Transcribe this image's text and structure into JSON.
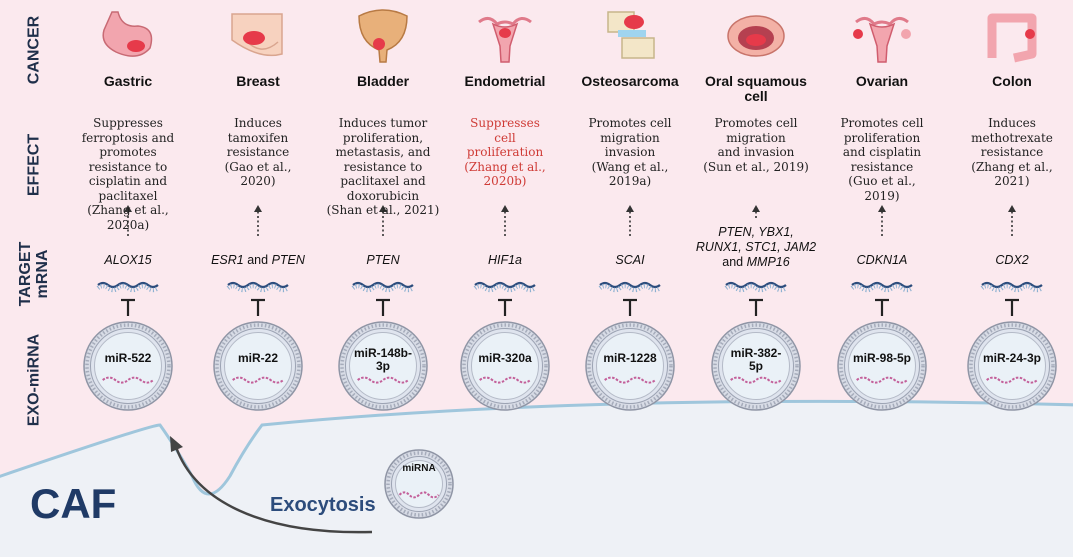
{
  "row_labels": {
    "cancer": "CANCER",
    "effect": "EFFECT",
    "target_line1": "TARGET",
    "target_line2": "mRNA",
    "exo": "EXO-miRNA"
  },
  "columns": [
    {
      "cancer": "Gastric",
      "effect": [
        "Suppresses",
        "ferroptosis and",
        "promotes",
        "resistance to",
        "cisplatin and",
        "paclitaxel",
        "(Zhang et al., 2020a)"
      ],
      "effect_highlight": false,
      "target": [
        [
          "ALOX15"
        ]
      ],
      "mirna": [
        "miR-522"
      ],
      "organ": "stomach-icon"
    },
    {
      "cancer": "Breast",
      "effect": [
        "Induces",
        "tamoxifen",
        "resistance",
        "(Gao et al.,",
        "2020)"
      ],
      "effect_highlight": false,
      "target": [
        [
          "ESR1",
          " and ",
          "PTEN"
        ]
      ],
      "mirna": [
        "miR-22"
      ],
      "organ": "breast-icon"
    },
    {
      "cancer": "Bladder",
      "effect": [
        "Induces tumor",
        "proliferation,",
        "metastasis, and",
        "resistance to",
        "paclitaxel and",
        "doxorubicin",
        "(Shan et al., 2021)"
      ],
      "effect_highlight": false,
      "target": [
        [
          "PTEN"
        ]
      ],
      "mirna": [
        "miR-148b-",
        "3p"
      ],
      "organ": "bladder-icon"
    },
    {
      "cancer": "Endometrial",
      "effect": [
        "Suppresses",
        "cell",
        "proliferation",
        "(Zhang et al.,",
        "2020b)"
      ],
      "effect_highlight": true,
      "target": [
        [
          "HIF1a"
        ]
      ],
      "mirna": [
        "miR-320a"
      ],
      "organ": "uterus-icon"
    },
    {
      "cancer": "Osteosarcoma",
      "effect": [
        "Promotes cell",
        "migration",
        "invasion",
        "(Wang et al.,",
        "2019a)"
      ],
      "effect_highlight": false,
      "target": [
        [
          "SCAI"
        ]
      ],
      "mirna": [
        "miR-1228"
      ],
      "organ": "knee-joint-icon"
    },
    {
      "cancer": "Oral squamous cell",
      "effect": [
        "Promotes cell",
        "migration",
        "and invasion",
        "(Sun et al., 2019)"
      ],
      "effect_highlight": false,
      "target": [
        [
          "PTEN, YBX1,"
        ],
        [
          "RUNX1, STC1, JAM2"
        ],
        [
          "and ",
          "MMP16"
        ]
      ],
      "mirna": [
        "miR-382-",
        "5p"
      ],
      "organ": "mouth-icon"
    },
    {
      "cancer": "Ovarian",
      "effect": [
        "Promotes cell",
        "proliferation",
        "and cisplatin",
        "resistance",
        "(Guo et al.,",
        "2019)"
      ],
      "effect_highlight": false,
      "target": [
        [
          "CDKN1A"
        ]
      ],
      "mirna": [
        "miR-98-5p"
      ],
      "organ": "ovary-icon"
    },
    {
      "cancer": "Colon",
      "effect": [
        "Induces",
        "methotrexate",
        "resistance",
        "(Zhang et al.,",
        "2021)"
      ],
      "effect_highlight": false,
      "target": [
        [
          "CDX2"
        ]
      ],
      "mirna": [
        "miR-24-3p"
      ],
      "organ": "colon-icon"
    }
  ],
  "cell": {
    "name": "CAF",
    "process": "Exocytosis",
    "vesicle_label": "miRNA"
  },
  "colors": {
    "background": "#fbe9ee",
    "cell_fill": "#eef1f6",
    "cell_edge": "#9fc6dc",
    "text_dark": "#1f2f4a",
    "highlight": "#cf3b36",
    "mirna_strand": "#c3609a",
    "mrna_strand": "#2c4c7c"
  }
}
